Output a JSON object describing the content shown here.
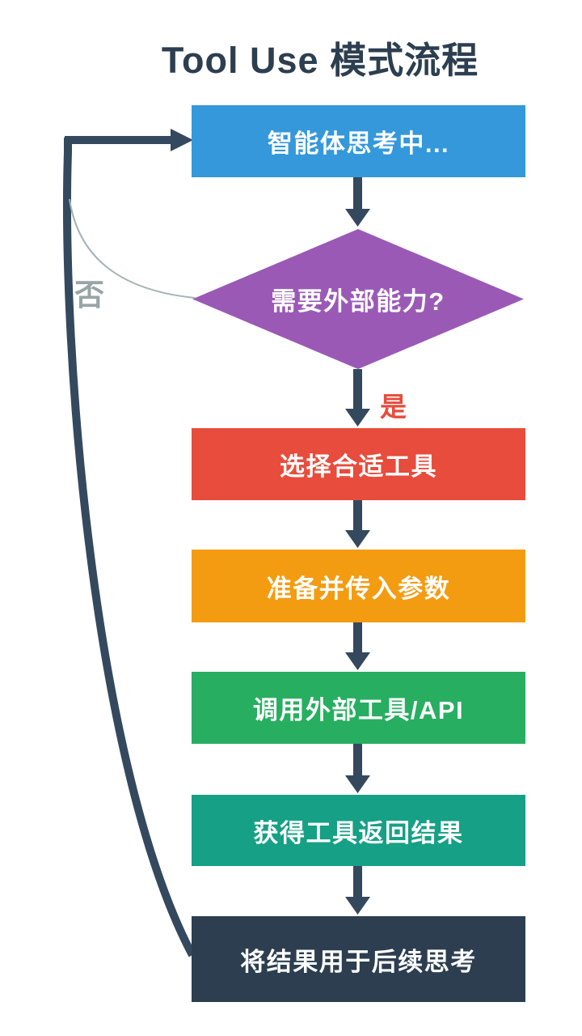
{
  "title": "Tool Use 模式流程",
  "nodes": [
    {
      "id": "agent-thinking",
      "label": "智能体思考中...",
      "shape": "rect",
      "color": "#3498db"
    },
    {
      "id": "need-external",
      "label": "需要外部能力?",
      "shape": "diamond",
      "color": "#9b59b6"
    },
    {
      "id": "select-tool",
      "label": "选择合适工具",
      "shape": "rect",
      "color": "#e74c3c"
    },
    {
      "id": "prepare-params",
      "label": "准备并传入参数",
      "shape": "rect",
      "color": "#f39c12"
    },
    {
      "id": "call-external-tool",
      "label": "调用外部工具/API",
      "shape": "rect",
      "color": "#27ae60"
    },
    {
      "id": "get-tool-result",
      "label": "获得工具返回结果",
      "shape": "rect",
      "color": "#16a085"
    },
    {
      "id": "use-result",
      "label": "将结果用于后续思考",
      "shape": "rect",
      "color": "#2c3e50"
    }
  ],
  "edge_labels": {
    "yes": "是",
    "no": "否"
  },
  "colors": {
    "arrow": "#34495e",
    "no_curve": "#a5b2b6",
    "yes_label": "#e74c3c",
    "no_label": "#98a4a6",
    "title": "#2c3e50",
    "background": "#ffffff"
  }
}
